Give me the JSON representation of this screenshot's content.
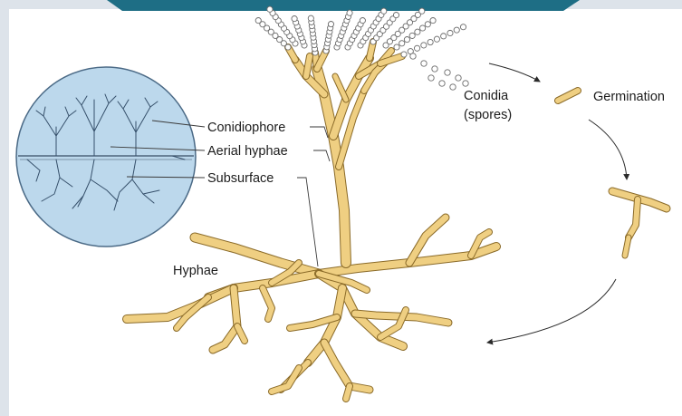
{
  "labels": {
    "conidiophore": "Conidiophore",
    "aerial_hyphae": "Aerial hyphae",
    "subsurface": "Subsurface",
    "hyphae": "Hyphae",
    "conidia_line1": "Conidia",
    "conidia_line2": "(spores)",
    "germination": "Germination"
  },
  "colors": {
    "hyphae_fill": "#efcf82",
    "hyphae_outline": "#8a6a28",
    "inset_circle": "#bcd8ec",
    "banner": "#1e6e85",
    "background": "#ffffff"
  }
}
